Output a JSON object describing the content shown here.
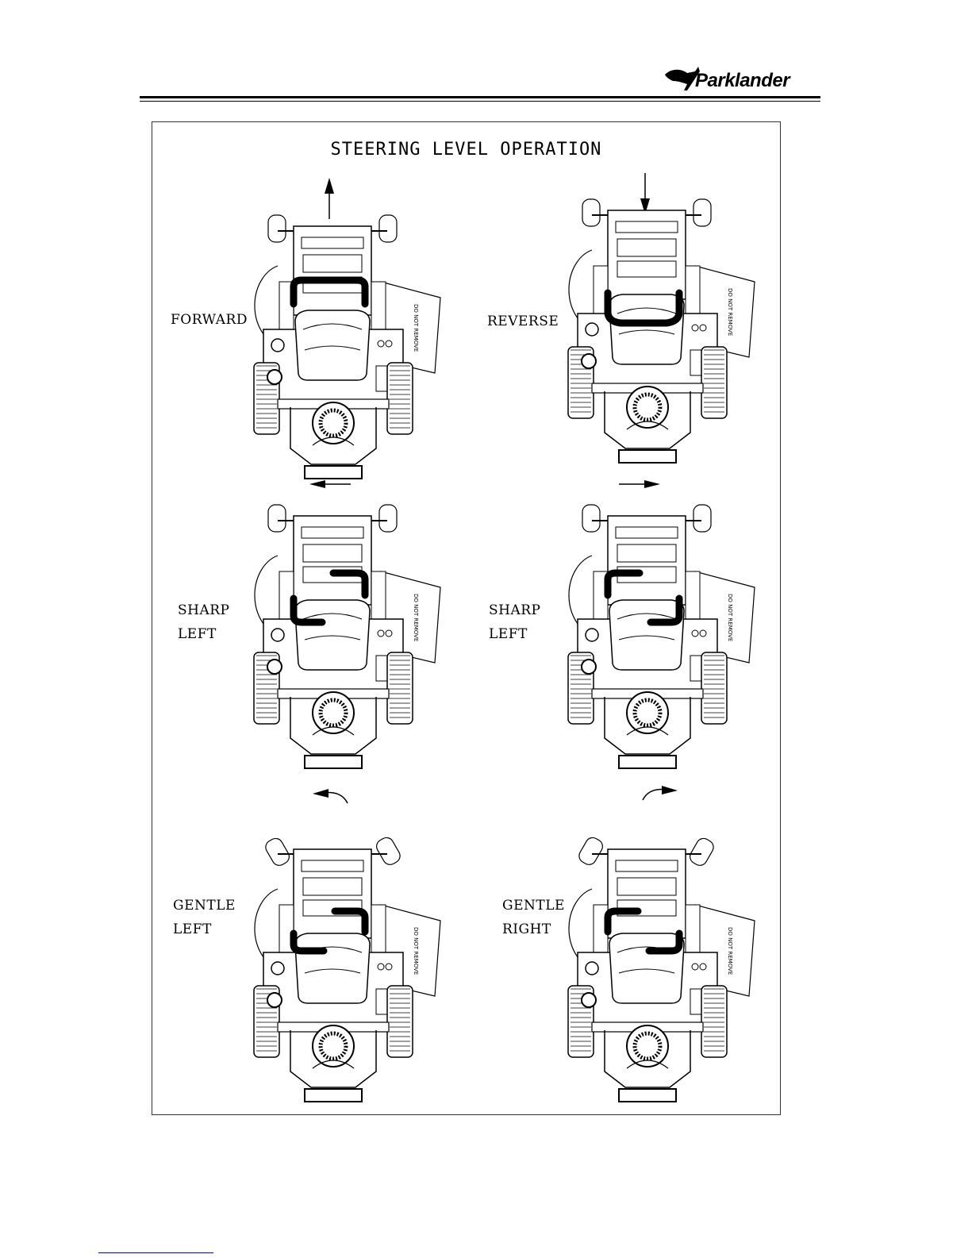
{
  "header": {
    "brand": "Parklander",
    "logo_icon": "kangaroo-logo-icon"
  },
  "diagram": {
    "title": "STEERING LEVEL OPERATION",
    "panels": [
      {
        "label_lines": [
          "FORWARD"
        ],
        "direction": "forward"
      },
      {
        "label_lines": [
          "REVERSE"
        ],
        "direction": "reverse"
      },
      {
        "label_lines": [
          "SHARP",
          "LEFT"
        ],
        "direction": "sharp-left"
      },
      {
        "label_lines": [
          "SHARP",
          "LEFT"
        ],
        "direction": "sharp-right"
      },
      {
        "label_lines": [
          "GENTLE",
          "LEFT"
        ],
        "direction": "gentle-left"
      },
      {
        "label_lines": [
          "GENTLE",
          "RIGHT"
        ],
        "direction": "gentle-right"
      }
    ],
    "chute_text": "DO NOT REMOVE"
  }
}
